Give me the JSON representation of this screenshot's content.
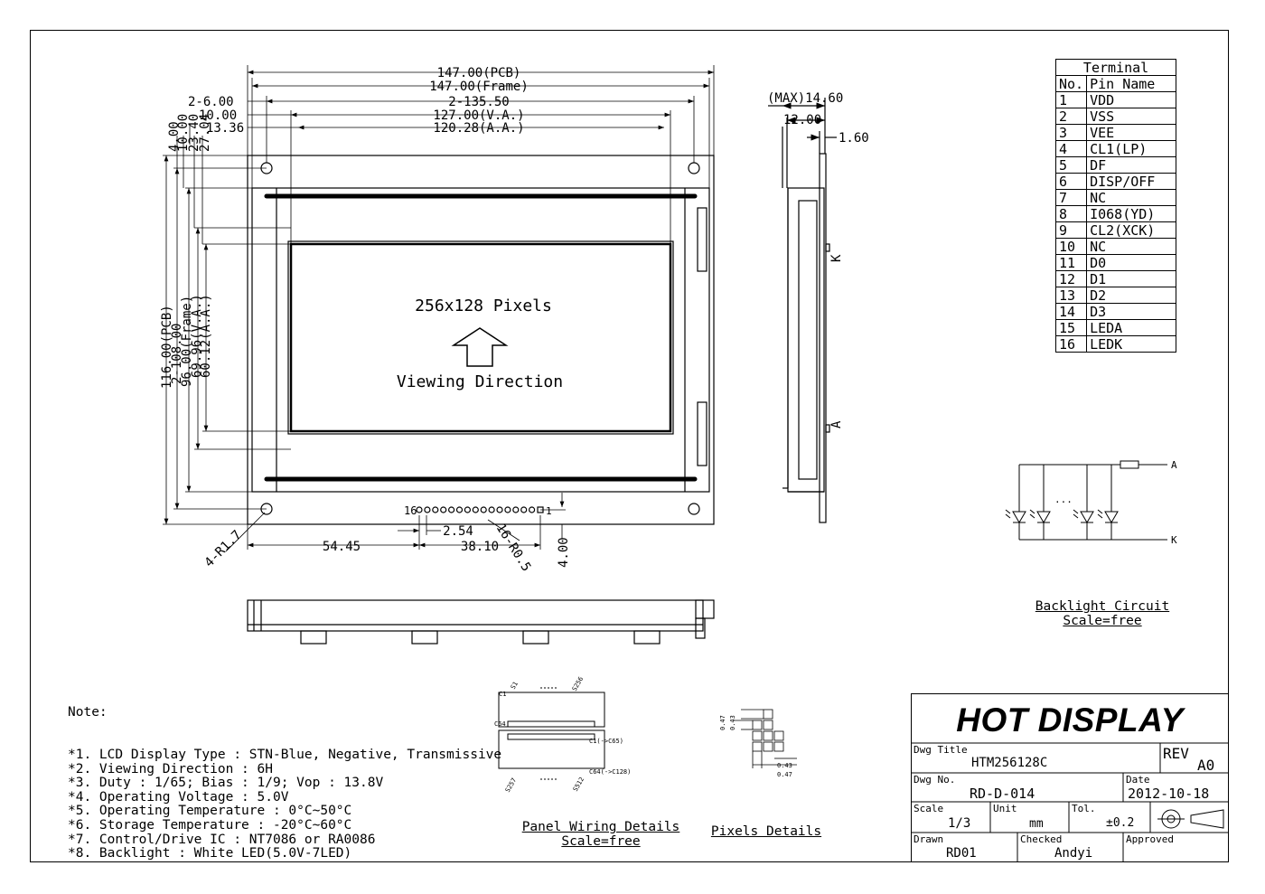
{
  "dimensions": {
    "pcb_width": "147.00(PCB)",
    "frame_width": "147.00(Frame)",
    "hole_span": "2-135.50",
    "va_width": "127.00(V.A.)",
    "aa_width": "120.28(A.A.)",
    "hole_offset_x": "2-6.00",
    "va_offset_x": "10.00",
    "aa_offset_x": "13.36",
    "left_4": "4.00",
    "left_10": "10.00",
    "left_23": "23.40",
    "left_27": "27.04",
    "pcb_height": "116.00(PCB)",
    "hole_span_v": "2-108.00",
    "frame_height": "96.00(Frame)",
    "va_height": "69.96(V.A.)",
    "aa_height": "60.12(A.A.)",
    "hole_radius": "4-R1.7",
    "pin_offset": "54.45",
    "pin_pitch": "2.54",
    "pin_span": "38.10",
    "pin_holes": "16-R0.5",
    "pin_margin": "4.00",
    "max_thickness": "(MAX)14.60",
    "thickness_12": "12.00",
    "pcb_thick": "1.60",
    "pin_first": "16",
    "pin_last": "1",
    "lead_k": "K",
    "lead_a": "A"
  },
  "display": {
    "pixels_label": "256x128 Pixels",
    "viewing_label": "Viewing Direction"
  },
  "terminal": {
    "title": "Terminal",
    "col_no": "No.",
    "col_name": "Pin Name",
    "pins": [
      {
        "no": "1",
        "name": "VDD"
      },
      {
        "no": "2",
        "name": "VSS"
      },
      {
        "no": "3",
        "name": "VEE"
      },
      {
        "no": "4",
        "name": "CL1(LP)"
      },
      {
        "no": "5",
        "name": "DF"
      },
      {
        "no": "6",
        "name": "DISP/OFF"
      },
      {
        "no": "7",
        "name": "NC"
      },
      {
        "no": "8",
        "name": "I068(YD)"
      },
      {
        "no": "9",
        "name": "CL2(XCK)"
      },
      {
        "no": "10",
        "name": "NC"
      },
      {
        "no": "11",
        "name": "D0"
      },
      {
        "no": "12",
        "name": "D1"
      },
      {
        "no": "13",
        "name": "D2"
      },
      {
        "no": "14",
        "name": "D3"
      },
      {
        "no": "15",
        "name": "LEDA"
      },
      {
        "no": "16",
        "name": "LEDK"
      }
    ]
  },
  "backlight": {
    "node_a": "A",
    "node_k": "K",
    "ellipsis": "...",
    "caption": "Backlight Circuit",
    "scale": "Scale=free"
  },
  "notes": {
    "heading": "Note:",
    "items": [
      "*1. LCD Display Type : STN-Blue, Negative, Transmissive",
      "*2. Viewing Direction : 6H",
      "*3. Duty : 1/65; Bias : 1/9; Vop : 13.8V",
      "*4. Operating Voltage : 5.0V",
      "*5. Operating Temperature : 0°C~50°C",
      "*6. Storage Temperature : -20°C~60°C",
      "*7. Control/Drive IC : NT7086 or RA0086",
      "*8. Backlight : White LED(5.0V-7LED)"
    ]
  },
  "panel_wiring": {
    "s1": "S1",
    "s256": "S256",
    "c1": "C1",
    "c64": "C64",
    "c1_alt": "C1(->C65)",
    "c64_alt": "C64(->C128)",
    "s257": "S257",
    "s512": "S512",
    "caption": "Panel Wiring Details",
    "scale": "Scale=free"
  },
  "pixels_details": {
    "v1": "0.47",
    "v2": "0.43",
    "h1": "0.43",
    "h2": "0.47",
    "caption": "Pixels Details"
  },
  "title_block": {
    "company": "HOT DISPLAY",
    "dwg_title_label": "Dwg Title",
    "dwg_title": "HTM256128C",
    "rev_label": "REV",
    "rev": "A0",
    "dwg_no_label": "Dwg No.",
    "dwg_no": "RD-D-014",
    "date_label": "Date",
    "date": "2012-10-18",
    "scale_label": "Scale",
    "scale": "1/3",
    "unit_label": "Unit",
    "unit": "mm",
    "tol_label": "Tol.",
    "tol": "±0.2",
    "drawn_label": "Drawn",
    "drawn": "RD01",
    "checked_label": "Checked",
    "checked": "Andyi",
    "approved_label": "Approved"
  }
}
